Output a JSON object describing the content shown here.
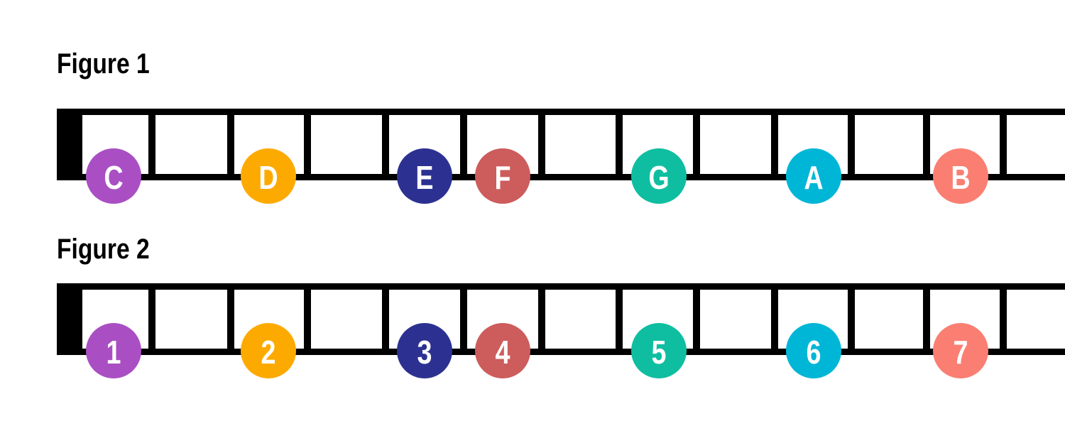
{
  "figures": [
    {
      "title": "Figure 1",
      "notes": [
        {
          "label": "C",
          "fret": 0,
          "color": "#a94fc3"
        },
        {
          "label": "D",
          "fret": 2,
          "color": "#fdaa00"
        },
        {
          "label": "E",
          "fret": 4,
          "color": "#2c3191"
        },
        {
          "label": "F",
          "fret": 5,
          "color": "#cd5c5c"
        },
        {
          "label": "G",
          "fret": 7,
          "color": "#0fbea0"
        },
        {
          "label": "A",
          "fret": 9,
          "color": "#00b6d6"
        },
        {
          "label": "B",
          "fret": 11,
          "color": "#fa7f72"
        }
      ]
    },
    {
      "title": "Figure 2",
      "notes": [
        {
          "label": "1",
          "fret": 0,
          "color": "#a94fc3"
        },
        {
          "label": "2",
          "fret": 2,
          "color": "#fdaa00"
        },
        {
          "label": "3",
          "fret": 4,
          "color": "#2c3191"
        },
        {
          "label": "4",
          "fret": 5,
          "color": "#cd5c5c"
        },
        {
          "label": "5",
          "fret": 7,
          "color": "#0fbea0"
        },
        {
          "label": "6",
          "fret": 9,
          "color": "#00b6d6"
        },
        {
          "label": "7",
          "fret": 11,
          "color": "#fa7f72"
        }
      ]
    }
  ]
}
